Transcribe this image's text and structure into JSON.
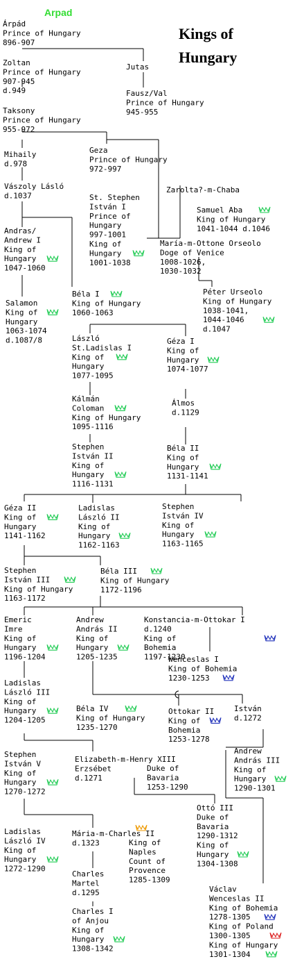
{
  "title": [
    "Kings of",
    "Hungary"
  ],
  "dynasty": "Arpad",
  "colors": {
    "hungary": "#22cc55",
    "bohemia": "#2233bb",
    "poland": "#dd2222",
    "naples": "#ee9900",
    "line": "#000000"
  },
  "people": [
    {
      "id": "arpad",
      "lines": [
        "Árpád",
        "Prince of Hungary",
        "896-907"
      ]
    },
    {
      "id": "zoltan",
      "lines": [
        "Zoltan",
        "Prince of Hungary",
        "907-945",
        "d.949"
      ]
    },
    {
      "id": "jutas",
      "lines": [
        "Jutas"
      ]
    },
    {
      "id": "fausz",
      "lines": [
        "Fausz/Val",
        "Prince of Hungary",
        "945-955"
      ]
    },
    {
      "id": "taksony",
      "lines": [
        "Taksony",
        "Prince of Hungary",
        "955-972"
      ]
    },
    {
      "id": "mihaily",
      "lines": [
        "Mihaily",
        "d.978"
      ]
    },
    {
      "id": "geza",
      "lines": [
        "Geza",
        "Prince of Hungary",
        "972-997"
      ]
    },
    {
      "id": "vaszoly",
      "lines": [
        "Vászoly Lásló",
        "d.1037"
      ]
    },
    {
      "id": "zarolta",
      "lines": [
        "Zarolta?-m-Chaba"
      ]
    },
    {
      "id": "stephen1",
      "lines": [
        "St. Stephen",
        "István I",
        "Prince of",
        "Hungary",
        "997-1001",
        "King of",
        "Hungary",
        "1001-1038"
      ],
      "crowns": [
        {
          "line": 6,
          "kind": "hungary"
        }
      ]
    },
    {
      "id": "samuel",
      "lines": [
        "Samuel Aba",
        "King of Hungary",
        "1041-1044 d.1046"
      ],
      "crowns": [
        {
          "line": 0,
          "kind": "hungary"
        }
      ]
    },
    {
      "id": "andras1",
      "lines": [
        "Andras/",
        "Andrew I",
        "King of",
        "Hungary",
        "1047-1060"
      ],
      "crowns": [
        {
          "line": 3,
          "kind": "hungary"
        }
      ]
    },
    {
      "id": "maria_m",
      "lines": [
        "María-m-Ottone Orseolo",
        "Doge of Venice",
        "1008-1026,",
        "1030-1032"
      ]
    },
    {
      "id": "peter",
      "lines": [
        "Péter Urseolo",
        "King of Hungary",
        "1038-1041,",
        "1044-1046",
        "d.1047"
      ],
      "crowns": [
        {
          "line": 3,
          "kind": "hungary"
        }
      ]
    },
    {
      "id": "salamon",
      "lines": [
        "Salamon",
        "King of",
        "Hungary",
        "1063-1074",
        "d.1087/8"
      ],
      "crowns": [
        {
          "line": 1,
          "kind": "hungary"
        }
      ]
    },
    {
      "id": "bela1",
      "lines": [
        "Béla I",
        "King of Hungary",
        "1060-1063"
      ],
      "crowns": [
        {
          "line": 0,
          "kind": "hungary"
        }
      ]
    },
    {
      "id": "laszlo1",
      "lines": [
        "László",
        "St.Ladislas I",
        "King of",
        "Hungary",
        "1077-1095"
      ],
      "crowns": [
        {
          "line": 2,
          "kind": "hungary"
        }
      ]
    },
    {
      "id": "geza1",
      "lines": [
        "Géza I",
        "King of",
        "Hungary",
        "1074-1077"
      ],
      "crowns": [
        {
          "line": 2,
          "kind": "hungary"
        }
      ]
    },
    {
      "id": "kalman",
      "lines": [
        "Kálmán",
        "Coloman",
        "King of Hungary",
        "1095-1116"
      ],
      "crowns": [
        {
          "line": 1,
          "kind": "hungary"
        }
      ]
    },
    {
      "id": "almos",
      "lines": [
        "Álmos",
        "d.1129"
      ]
    },
    {
      "id": "stephen2",
      "lines": [
        "Stephen",
        "István II",
        "King of",
        "Hungary",
        "1116-1131"
      ],
      "crowns": [
        {
          "line": 3,
          "kind": "hungary"
        }
      ]
    },
    {
      "id": "bela2",
      "lines": [
        "Béla II",
        "King of",
        "Hungary",
        "1131-1141"
      ],
      "crowns": [
        {
          "line": 2,
          "kind": "hungary"
        }
      ]
    },
    {
      "id": "geza2",
      "lines": [
        "Géza II",
        "King of",
        "Hungary",
        "1141-1162"
      ],
      "crowns": [
        {
          "line": 1,
          "kind": "hungary"
        }
      ]
    },
    {
      "id": "ladislas2",
      "lines": [
        "Ladislas",
        "László II",
        "King of",
        "Hungary",
        "1162-1163"
      ],
      "crowns": [
        {
          "line": 3,
          "kind": "hungary"
        }
      ]
    },
    {
      "id": "stephen4",
      "lines": [
        "Stephen",
        "István IV",
        "King of",
        "Hungary",
        "1163-1165"
      ],
      "crowns": [
        {
          "line": 3,
          "kind": "hungary"
        }
      ]
    },
    {
      "id": "stephen3",
      "lines": [
        "Stephen",
        "István III",
        "King of Hungary",
        "1163-1172"
      ],
      "crowns": [
        {
          "line": 1,
          "kind": "hungary"
        }
      ]
    },
    {
      "id": "bela3",
      "lines": [
        "Béla III",
        "King of Hungary",
        "1172-1196"
      ],
      "crowns": [
        {
          "line": 0,
          "kind": "hungary"
        }
      ]
    },
    {
      "id": "emeric",
      "lines": [
        "Emeric",
        "Imre",
        "King of",
        "Hungary",
        "1196-1204"
      ],
      "crowns": [
        {
          "line": 3,
          "kind": "hungary"
        }
      ]
    },
    {
      "id": "andras2",
      "lines": [
        "Andrew",
        "András II",
        "King of",
        "Hungary",
        "1205-1235"
      ],
      "crowns": [
        {
          "line": 3,
          "kind": "hungary"
        }
      ]
    },
    {
      "id": "konstancia",
      "lines": [
        "Konstancia-m-Ottokar I",
        "d.1240",
        "King of",
        "Bohemia",
        "1197-1230"
      ],
      "crowns": [
        {
          "line": 2,
          "kind": "bohemia"
        }
      ]
    },
    {
      "id": "wenceslas1",
      "lines": [
        "Wenceslas I",
        "King of Bohemia",
        "1230-1253"
      ],
      "crowns": [
        {
          "line": 2,
          "kind": "bohemia"
        }
      ]
    },
    {
      "id": "ladislas3",
      "lines": [
        "Ladislas",
        "László III",
        "King of",
        "Hungary",
        "1204-1205"
      ],
      "crowns": [
        {
          "line": 3,
          "kind": "hungary"
        }
      ]
    },
    {
      "id": "bela4",
      "lines": [
        "Béla IV",
        "King of Hungary",
        "1235-1270"
      ],
      "crowns": [
        {
          "line": 0,
          "kind": "hungary"
        }
      ]
    },
    {
      "id": "ottokar2",
      "lines": [
        "Ottokar II",
        "King of",
        "Bohemia",
        "1253-1278"
      ],
      "crowns": [
        {
          "line": 1,
          "kind": "bohemia"
        }
      ]
    },
    {
      "id": "istvan",
      "lines": [
        "István",
        "d.1272"
      ]
    },
    {
      "id": "stephen5",
      "lines": [
        "Stephen",
        "István V",
        "King of",
        "Hungary",
        "1270-1272"
      ],
      "crowns": [
        {
          "line": 3,
          "kind": "hungary"
        }
      ]
    },
    {
      "id": "elizabeth",
      "lines": [
        "Elizabeth-m-Henry XIII",
        "Erzsébet",
        "d.1271"
      ]
    },
    {
      "id": "henry_title",
      "lines": [
        "Duke of",
        "Bavaria",
        "1253-1290"
      ]
    },
    {
      "id": "andras3",
      "lines": [
        "Andrew",
        "András III",
        "King of",
        "Hungary",
        "1290-1301"
      ],
      "crowns": [
        {
          "line": 3,
          "kind": "hungary"
        }
      ]
    },
    {
      "id": "otto3",
      "lines": [
        "Ottó III",
        "Duke of",
        "Bavaria",
        "1290-1312",
        "King of",
        "Hungary",
        "1304-1308"
      ],
      "crowns": [
        {
          "line": 5,
          "kind": "hungary"
        }
      ]
    },
    {
      "id": "ladislas4",
      "lines": [
        "Ladislas",
        "László IV",
        "King of",
        "Hungary",
        "1272-1290"
      ],
      "crowns": [
        {
          "line": 3,
          "kind": "hungary"
        }
      ]
    },
    {
      "id": "maria2",
      "lines": [
        "Mária-m-Charles II",
        "d.1323"
      ]
    },
    {
      "id": "charles2_title",
      "lines": [
        "King of",
        "Naples",
        "Count of",
        "Provence",
        "1285-1309"
      ]
    },
    {
      "id": "charles_martel",
      "lines": [
        "Charles",
        "Martel",
        "d.1295"
      ]
    },
    {
      "id": "charles1",
      "lines": [
        "Charles I",
        "of Anjou",
        "King of",
        "Hungary",
        "1308-1342"
      ],
      "crowns": [
        {
          "line": 3,
          "kind": "hungary"
        }
      ]
    },
    {
      "id": "vaclav",
      "lines": [
        "Václav",
        "Wenceslas II",
        "King of Bohemia",
        "1278-1305",
        "King of Poland",
        "1300-1305",
        "King of Hungary",
        "1301-1304"
      ],
      "crowns": [
        {
          "line": 3,
          "kind": "bohemia"
        },
        {
          "line": 5,
          "kind": "poland"
        },
        {
          "line": 7,
          "kind": "hungary"
        }
      ]
    }
  ]
}
